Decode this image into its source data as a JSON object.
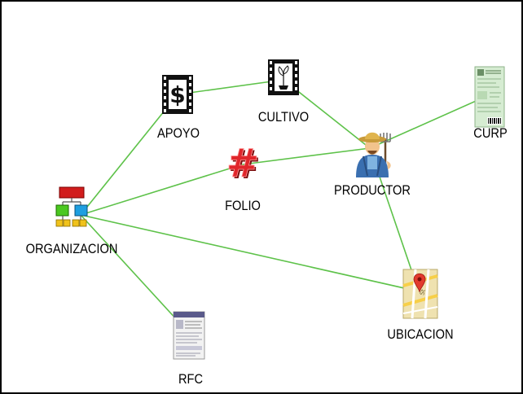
{
  "graph": {
    "edge_color": "#5ec24a",
    "nodes": [
      {
        "id": "organizacion",
        "label": "ORGANIZACION",
        "icon": "network-hierarchy-icon"
      },
      {
        "id": "apoyo",
        "label": "APOYO",
        "icon": "dollar-film-icon"
      },
      {
        "id": "cultivo",
        "label": "CULTIVO",
        "icon": "plant-film-icon"
      },
      {
        "id": "folio",
        "label": "FOLIO",
        "icon": "hash-icon"
      },
      {
        "id": "productor",
        "label": "PRODUCTOR",
        "icon": "farmer-icon"
      },
      {
        "id": "curp",
        "label": "CURP",
        "icon": "curp-document-icon"
      },
      {
        "id": "ubicacion",
        "label": "UBICACION",
        "icon": "map-pin-icon"
      },
      {
        "id": "rfc",
        "label": "RFC",
        "icon": "rfc-document-icon"
      }
    ],
    "edges": [
      {
        "from": "organizacion",
        "to": "apoyo"
      },
      {
        "from": "apoyo",
        "to": "cultivo"
      },
      {
        "from": "cultivo",
        "to": "productor"
      },
      {
        "from": "organizacion",
        "to": "folio"
      },
      {
        "from": "folio",
        "to": "productor"
      },
      {
        "from": "productor",
        "to": "curp"
      },
      {
        "from": "productor",
        "to": "ubicacion"
      },
      {
        "from": "organizacion",
        "to": "ubicacion"
      },
      {
        "from": "organizacion",
        "to": "rfc"
      }
    ]
  }
}
